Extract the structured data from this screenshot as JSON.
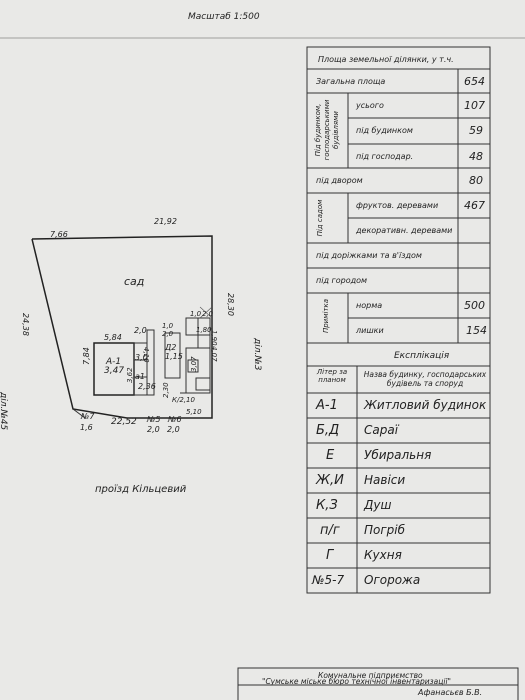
{
  "header": {
    "scale": "Масштаб 1:500"
  },
  "area_table": {
    "title": "Площа земельної ділянки, у т.ч.",
    "total_label": "Загальна площа",
    "total_value": "654",
    "group_label": "Під будинком, господарськими будівлями",
    "built_total_label": "усього",
    "built_total_value": "107",
    "built_house_label": "під будинком",
    "built_house_value": "59",
    "built_outbuildings_label": "під господар.",
    "built_outbuildings_value": "48",
    "yard_label": "під двором",
    "yard_value": "80",
    "garden_group_label": "Під садом",
    "fruit_label": "фруктов. деревами",
    "fruit_value": "467",
    "decor_label": "декоративн. деревами",
    "decor_value": "",
    "paths_label": "під доріжками та в'їздом",
    "paths_value": "",
    "vegetable_label": "під городом",
    "vegetable_value": "",
    "note_group_label": "Примітка",
    "norm_label": "норма",
    "norm_value": "500",
    "excess_label": "лишки",
    "excess_value": "154"
  },
  "explication": {
    "title": "Експлікація",
    "col_code": "Літер за планом",
    "col_name": "Назва будинку, господарських будівель та споруд",
    "rows": [
      {
        "code": "А-1",
        "name": "Житловий будинок"
      },
      {
        "code": "Б,Д",
        "name": "Сараї"
      },
      {
        "code": "Е",
        "name": "Убиральня"
      },
      {
        "code": "Ж,И",
        "name": "Навіси"
      },
      {
        "code": "К,З",
        "name": "Душ"
      },
      {
        "code": "п/г",
        "name": "Погріб"
      },
      {
        "code": "Г",
        "name": "Кухня"
      },
      {
        "code": "№5-7",
        "name": "Огорожа"
      }
    ]
  },
  "footer": {
    "org_line1": "Комунальне підприємство",
    "org_line2": "\"Сумське міське бюро технічної інвентаризації\"",
    "person": "Афанасьєв Б.В."
  },
  "plan": {
    "garden": "сад",
    "road": "проїзд Кільцевий",
    "left_neighbor": "діл.№45",
    "right_neighbor": "діл.№3",
    "house_label": "А-1",
    "house_height": "3,47",
    "dims": {
      "top_left": "7,66",
      "top": "21,92",
      "left": "24,38",
      "right": "28,30",
      "bottom_mid": "22,52",
      "bottom_left": "1,6",
      "bottom_n5": "2,0",
      "bottom_n6": "2,0",
      "house_top": "5,84",
      "house_left": "7,84",
      "a1_w": "2,0",
      "a1_h": "3,0",
      "a1_b": "4,10",
      "h_362": "3,62",
      "h_236": "2,36",
      "b_label": "а1",
      "d_label": "Д2",
      "d_dim": "1,15",
      "top_r1": "1,0",
      "top_r2": "1,0",
      "top_r3": "2,0",
      "top_r4": "2,0",
      "top_r5": "1,80",
      "v_407": "4,07",
      "v_190": "1,90",
      "v_307": "3,07",
      "v_230": "2,30",
      "w_510": "5,10",
      "k_label": "К/2,10"
    },
    "markers": {
      "n7": "№7",
      "n5": "№5",
      "n6": "№6"
    }
  }
}
